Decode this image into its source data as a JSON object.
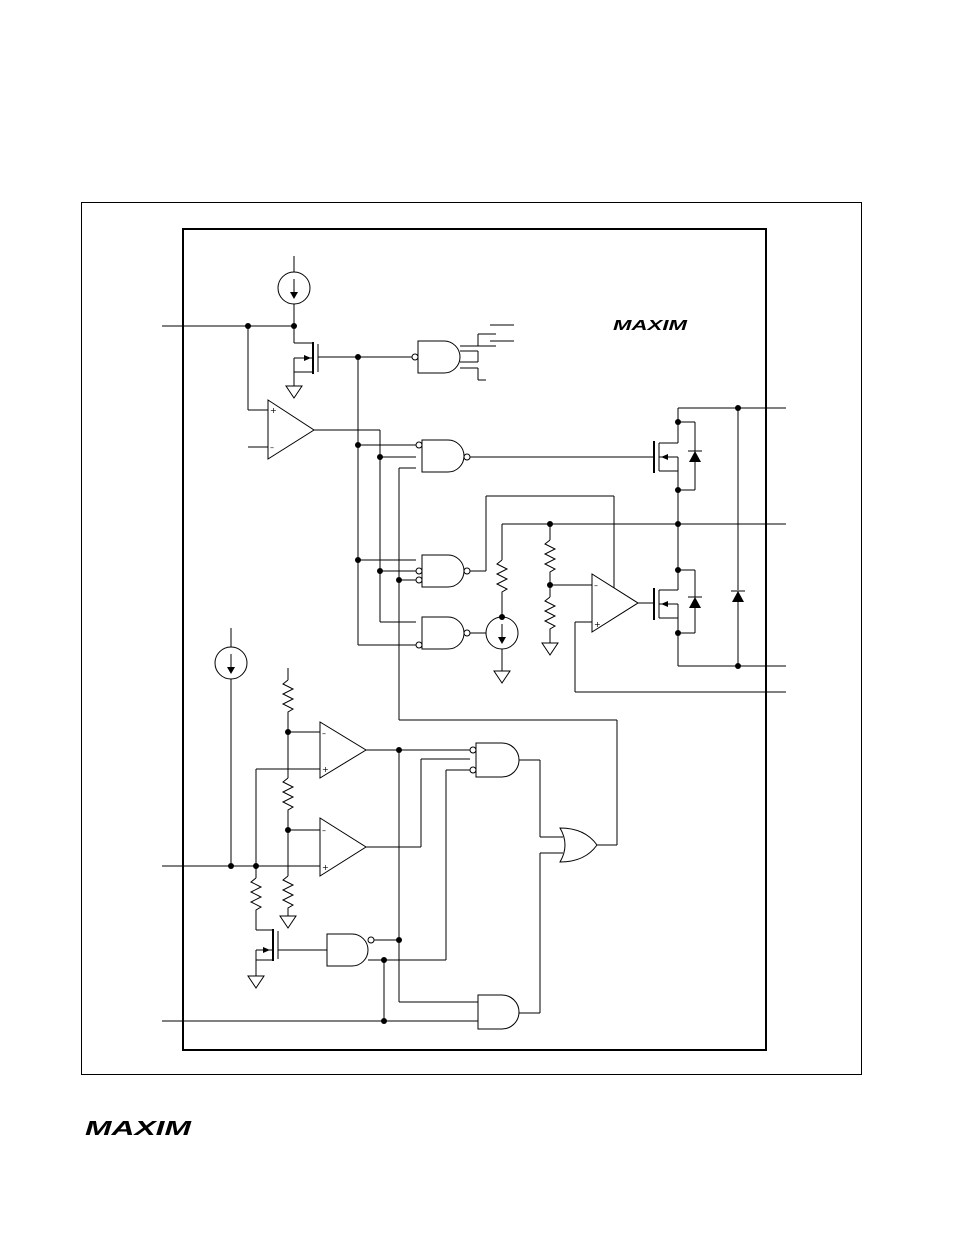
{
  "document": {
    "top_logo_text": "MAXIM",
    "footer_logo_text": "MAXIM"
  },
  "colors": {
    "ink": "#000000",
    "paper": "#ffffff"
  },
  "icons": [
    "maxim-logo",
    "current-source-icon",
    "ground-icon",
    "resistor-icon",
    "comparator-icon",
    "nand-gate-icon",
    "and-gate-icon",
    "or-gate-icon",
    "mosfet-icon",
    "diode-icon"
  ],
  "comparator_signs": {
    "plus": "+",
    "minus": "–"
  }
}
